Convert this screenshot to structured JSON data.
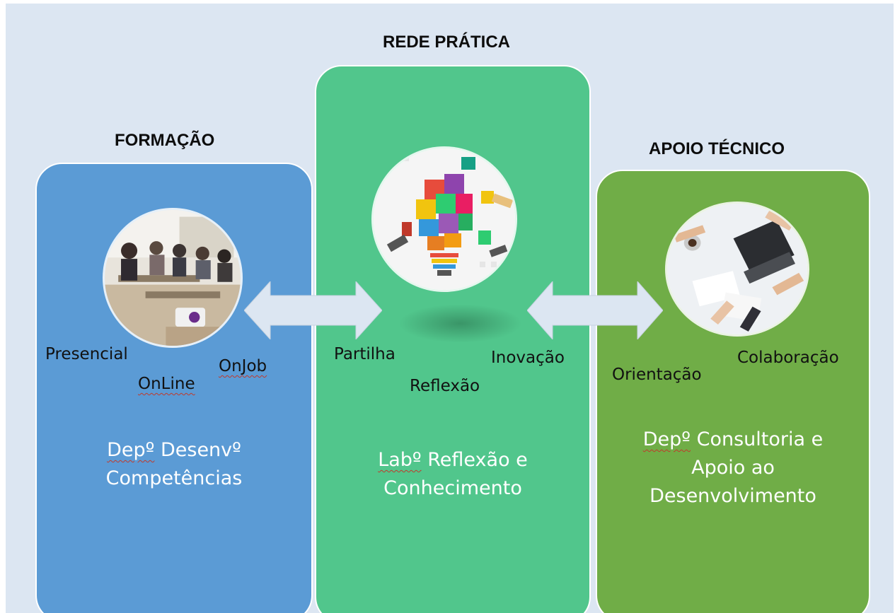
{
  "columns": {
    "formacao": {
      "title": "FORMAÇÃO",
      "words": [
        "Presencial",
        "OnLine",
        "OnJob"
      ],
      "dept_line1_a": "Depº",
      "dept_line1_b": " Desenvº",
      "dept_line2": "Competências",
      "image_icon": "classroom-photo",
      "color": "#5b9bd5"
    },
    "rede": {
      "title": "REDE PRÁTICA",
      "words": [
        "Partilha",
        "Reflexão",
        "Inovação"
      ],
      "dept_line1_a": "Labº",
      "dept_line1_b": " Reflexão e",
      "dept_line2": "Conhecimento",
      "image_icon": "puzzle-lightbulb",
      "color": "#51c68c"
    },
    "apoio": {
      "title": "APOIO TÉCNICO",
      "words": [
        "Orientação",
        "Colaboração"
      ],
      "dept_line1_a": "Depº",
      "dept_line1_b": " Consultoria e",
      "dept_line2": "Apoio ao",
      "dept_line3": "Desenvolvimento",
      "image_icon": "meeting-laptop-photo",
      "color": "#70ad47"
    }
  },
  "background": "#dce6f2",
  "arrow_color": "#dce6f2"
}
